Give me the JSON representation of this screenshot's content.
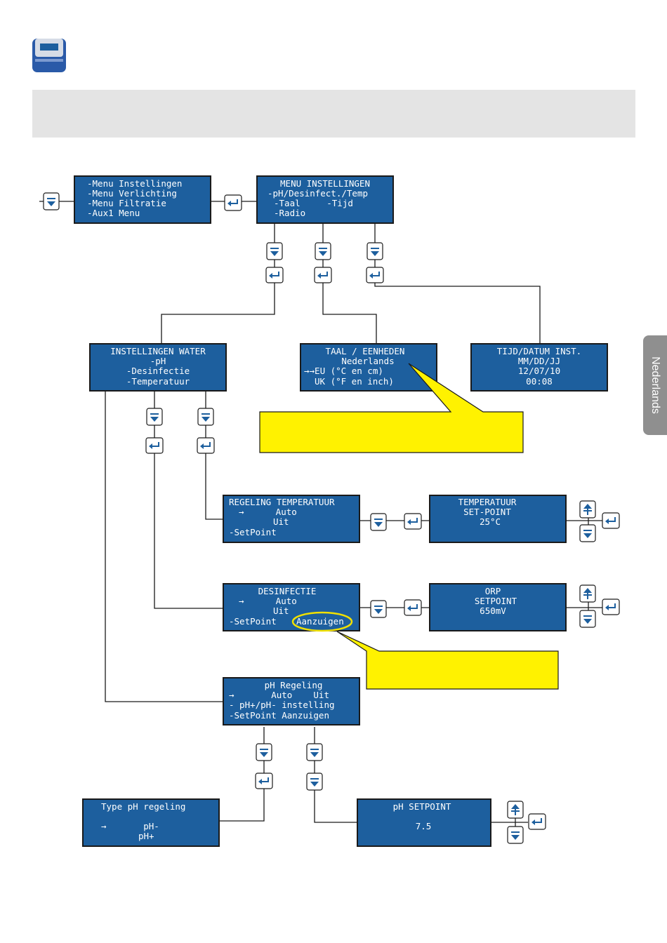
{
  "side_tab": {
    "label": "Nederlands"
  },
  "screens": {
    "main_menu": [
      "-Menu Instellingen",
      "-Menu Verlichting",
      "-Menu Filtratie",
      "-Aux1 Menu"
    ],
    "menu_instellingen": [
      "MENU INSTELLINGEN",
      "-pH/Desinfect./Temp",
      "-Taal     -Tijd",
      "-Radio"
    ],
    "instellingen_water": [
      "INSTELLINGEN WATER",
      "-pH",
      "-Desinfectie",
      "-Temperatuur"
    ],
    "taal_eenheden": [
      "TAAL / EENHEDEN",
      "Nederlands",
      "→→EU (°C en cm)",
      "UK (°F en inch)"
    ],
    "tijd_datum": [
      "TIJD/DATUM INST.",
      "MM/DD/JJ",
      "12/07/10",
      "00:08"
    ],
    "regeling_temperatuur": [
      "REGELING TEMPERATUUR",
      "→      Auto",
      "Uit",
      "-SetPoint"
    ],
    "temperatuur_setpoint": [
      "TEMPERATUUR",
      "SET-POINT",
      "25°C"
    ],
    "desinfectie": [
      "DESINFECTIE",
      "→      Auto",
      "Uit",
      "-SetPoint",
      "Aanzuigen"
    ],
    "orp_setpoint": [
      "ORP",
      "SETPOINT",
      "650mV"
    ],
    "ph_regeling": [
      "pH Regeling",
      "→       Auto    Uit",
      "- pH+/pH- instelling",
      "-SetPoint Aanzuigen"
    ],
    "type_ph_regeling": [
      "Type pH regeling",
      "→       pH-",
      "pH+"
    ],
    "ph_setpoint": [
      "pH SETPOINT",
      "7.5"
    ]
  },
  "colors": {
    "lcd": "#1d5f9e",
    "border": "#1a1a1a",
    "callout": "#fff200",
    "banner": "#e4e4e4",
    "tab": "#8f8f8f",
    "icon": "#1d5f9e"
  },
  "icons": [
    "device-icon",
    "down-button-icon",
    "enter-button-icon",
    "up-button-icon"
  ]
}
